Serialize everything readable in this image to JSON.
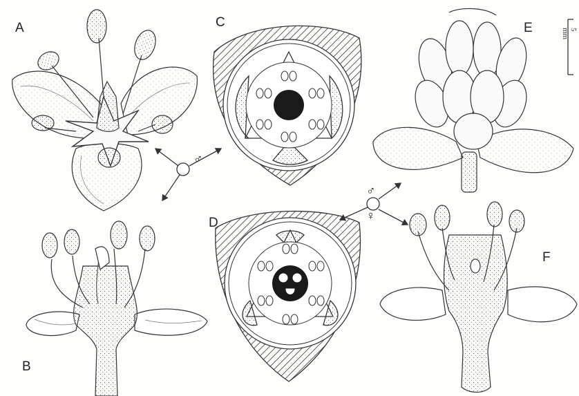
{
  "figure": {
    "panels": [
      {
        "id": "A",
        "label": "A",
        "content": "staminate flower, top view"
      },
      {
        "id": "B",
        "label": "B",
        "content": "staminate flower, longitudinal section"
      },
      {
        "id": "C",
        "label": "C",
        "content": "staminate flower diagram"
      },
      {
        "id": "D",
        "label": "D",
        "content": "pistillate flower diagram"
      },
      {
        "id": "E",
        "label": "E",
        "content": "pistillate flower"
      },
      {
        "id": "F",
        "label": "F",
        "content": "pistillate flower, longitudinal section"
      }
    ],
    "symbols": {
      "male": "♂",
      "female": "♀"
    },
    "scale_bar": {
      "label": "5 mm"
    }
  }
}
